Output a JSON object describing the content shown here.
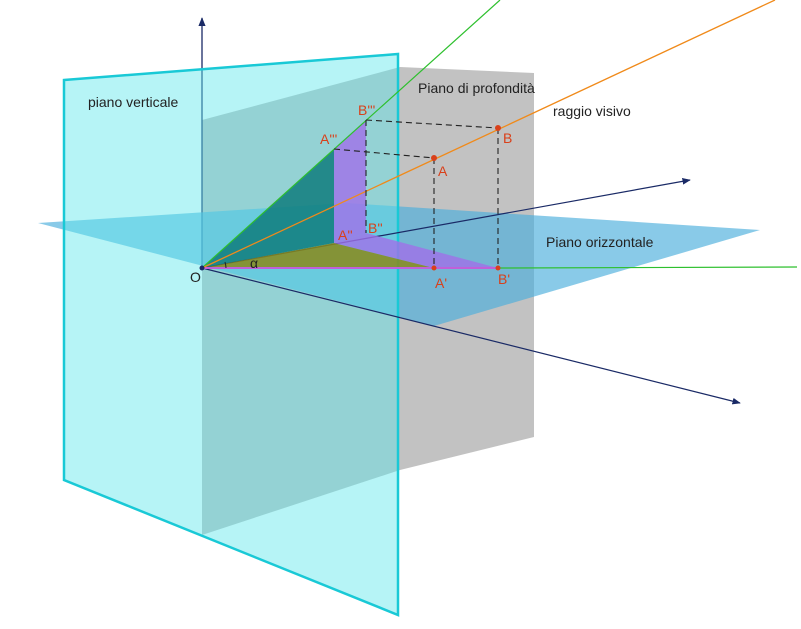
{
  "labels": {
    "piano_verticale": "piano verticale",
    "piano_profondita": "Piano di profondità",
    "raggio_visivo": "raggio visivo",
    "piano_orizzontale": "Piano orizzontale",
    "origin": "O",
    "alpha": "α",
    "A": "A",
    "B": "B",
    "A1": "A'",
    "B1": "B'",
    "A2": "A''",
    "B2": "B''",
    "A3": "A'''",
    "B3": "B'''"
  },
  "colors": {
    "vertical_plane": "#5ee6ea",
    "vertical_plane_edge": "#19c9d6",
    "depth_plane": "#9a9a9a",
    "horizontal_plane": "#4aaedc",
    "visual_ray": "#f08a1a",
    "green_line": "#2ec02e",
    "axis": "#1a2a66",
    "point_labels": "#d9401a",
    "projection_violet": "#a070e8",
    "triangle_teal": "#0f7d7d",
    "triangle_olive": "#8a8a1a"
  }
}
